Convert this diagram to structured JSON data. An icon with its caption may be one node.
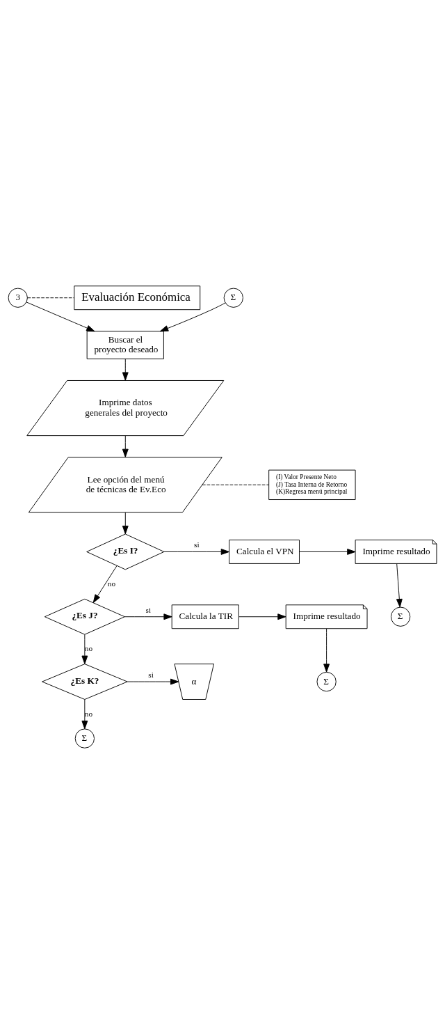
{
  "diagram": {
    "nodes": [
      {
        "text": [
          "3"
        ]
      },
      {
        "text": [
          "Evaluación Económica"
        ]
      },
      {
        "text": [
          "Σ"
        ]
      },
      {
        "text": [
          "Buscar el proyecto deseado"
        ]
      },
      {
        "text": [
          "Imprime datos generales del proyecto"
        ]
      },
      {
        "text": [
          "Lee opción del menú de técnicas de Ev.Eco"
        ]
      },
      {
        "text": [
          "(I) Valor Presente Neto",
          "(J) Tasa Interna de Retorno",
          "(K)Regresa menú principal"
        ]
      },
      {
        "text": [
          "¿Es I?"
        ]
      },
      {
        "text": [
          "Calcula el VPN"
        ]
      },
      {
        "text": [
          "Imprime resultado"
        ]
      },
      {
        "text": [
          "Σ"
        ]
      },
      {
        "text": [
          "¿Es J?"
        ]
      },
      {
        "text": [
          "Calcula la TIR"
        ]
      },
      {
        "text": [
          "Imprime resultado"
        ]
      },
      {
        "text": [
          "Σ"
        ]
      },
      {
        "text": [
          "¿Es K?"
        ]
      },
      {
        "text": [
          "α"
        ]
      },
      {
        "text": [
          "Σ"
        ]
      }
    ],
    "edges": [
      {
        "from": 0,
        "to": 1,
        "arrow": "none",
        "style": "dashed"
      },
      {
        "from": 0,
        "to": 3,
        "arrow": "to"
      },
      {
        "from": 2,
        "to": 3,
        "arrow": "to"
      },
      {
        "from": 3,
        "to": 4,
        "arrow": "to"
      },
      {
        "from": 4,
        "to": 5,
        "arrow": "to"
      },
      {
        "from": 5,
        "to": 6,
        "arrow": "none",
        "style": "dashed"
      },
      {
        "from": 5,
        "to": 7,
        "arrow": "to"
      },
      {
        "from": 7,
        "to": 8,
        "arrow": "to",
        "label": "si"
      },
      {
        "from": 8,
        "to": 9,
        "arrow": "to"
      },
      {
        "from": 9,
        "to": 10,
        "arrow": "to"
      },
      {
        "from": 7,
        "to": 11,
        "arrow": "to",
        "label": "no"
      },
      {
        "from": 11,
        "to": 12,
        "arrow": "to",
        "label": "si"
      },
      {
        "from": 12,
        "to": 13,
        "arrow": "to"
      },
      {
        "from": 13,
        "to": 14,
        "arrow": "to"
      },
      {
        "from": 11,
        "to": 15,
        "arrow": "to",
        "label": "no"
      },
      {
        "from": 15,
        "to": 16,
        "arrow": "to",
        "label": "si"
      },
      {
        "from": 15,
        "to": 17,
        "arrow": "to",
        "label": "no"
      }
    ]
  }
}
